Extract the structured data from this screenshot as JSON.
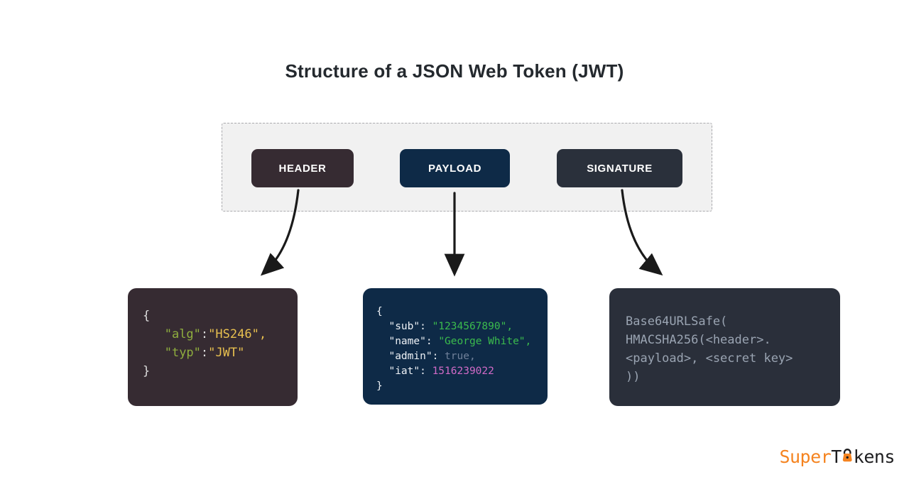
{
  "title": "Structure of a JSON Web Token (JWT)",
  "parts": [
    {
      "label": "HEADER",
      "color": "#362b32"
    },
    {
      "label": "PAYLOAD",
      "color": "#0e2a47"
    },
    {
      "label": "SIGNATURE",
      "color": "#2a303b"
    }
  ],
  "code_blocks": [
    {
      "name": "header-json",
      "background": "#362b32",
      "lines": [
        [
          [
            "punct",
            "{"
          ]
        ],
        [
          [
            "punct",
            "   "
          ],
          [
            "key-green",
            "\"alg\""
          ],
          [
            "punct",
            ":"
          ],
          [
            "val-yellow",
            "\"HS246\""
          ],
          [
            "val-yellow",
            ","
          ]
        ],
        [
          [
            "punct",
            "   "
          ],
          [
            "key-green",
            "\"typ\""
          ],
          [
            "punct",
            ":"
          ],
          [
            "val-yellow",
            "\"JWT\""
          ]
        ],
        [
          [
            "punct",
            "}"
          ]
        ]
      ]
    },
    {
      "name": "payload-json",
      "background": "#0e2a47",
      "lines": [
        [
          [
            "key-white",
            "{"
          ]
        ],
        [
          [
            "key-white",
            "  \"sub\": "
          ],
          [
            "val-green",
            "\"1234567890\","
          ]
        ],
        [
          [
            "key-white",
            "  \"name\": "
          ],
          [
            "val-green",
            "\"George White\","
          ]
        ],
        [
          [
            "key-white",
            "  \"admin\": "
          ],
          [
            "val-gray",
            "true,"
          ]
        ],
        [
          [
            "key-white",
            "  \"iat\": "
          ],
          [
            "val-pink",
            "1516239022"
          ]
        ],
        [
          [
            "key-white",
            "}"
          ]
        ]
      ]
    },
    {
      "name": "signature-code",
      "background": "#2a2f3a",
      "lines": [
        [
          [
            "plain",
            "Base64URLSafe("
          ]
        ],
        [
          [
            "plain",
            "HMACSHA256(<header>."
          ]
        ],
        [
          [
            "plain",
            "<payload>, <secret key>"
          ]
        ],
        [
          [
            "plain",
            "))"
          ]
        ]
      ]
    }
  ],
  "brand": {
    "prefix": "Super",
    "mid": "T",
    "suffix": "kens",
    "orange": "#f5831f",
    "dark": "#1d1d1f"
  },
  "colors": {
    "title": "#24292e",
    "container_bg": "#f1f1f1",
    "container_border": "#a9a9ad",
    "arrow": "#1a1a1a",
    "token": {
      "punct": "#dddddd",
      "key-green": "#8fae3e",
      "val-yellow": "#e8c04f",
      "key-white": "#eef2f6",
      "val-green": "#3bbb4d",
      "val-gray": "#70819a",
      "val-pink": "#d06ac6",
      "plain": "#9aa4b2"
    }
  }
}
